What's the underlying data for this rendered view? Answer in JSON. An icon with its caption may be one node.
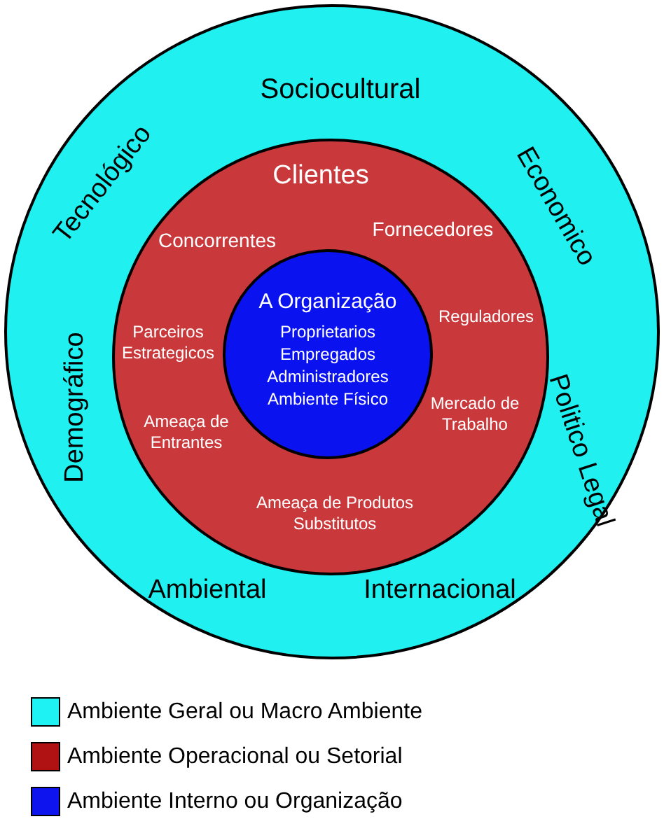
{
  "diagram": {
    "nodes": [
      {
        "text": [
          "Sociocultural",
          "Tecnológico",
          "Economico",
          "Demográfico",
          "Politico Legal",
          "Ambiental",
          "Internacional"
        ]
      },
      {
        "text": [
          "Clientes",
          "Concorrentes",
          "Fornecedores",
          "Parceiros Estrategicos",
          "Reguladores",
          "Ameaça de Entrantes",
          "Mercado de Trabalho",
          "Ameaça de Produtos Substitutos"
        ],
        "in": 0
      },
      {
        "text": [
          "A Organização",
          "Proprietarios",
          "Empregados",
          "Administradores",
          "Ambiente Físico"
        ],
        "in": 1
      }
    ],
    "legend": [
      {
        "text": "Ambiente Geral ou Macro Ambiente",
        "color": "#1ff2f2"
      },
      {
        "text": "Ambiente Operacional ou Setorial",
        "color": "#b01214"
      },
      {
        "text": "Ambiente Interno ou Organização",
        "color": "#0d14ee"
      }
    ]
  }
}
